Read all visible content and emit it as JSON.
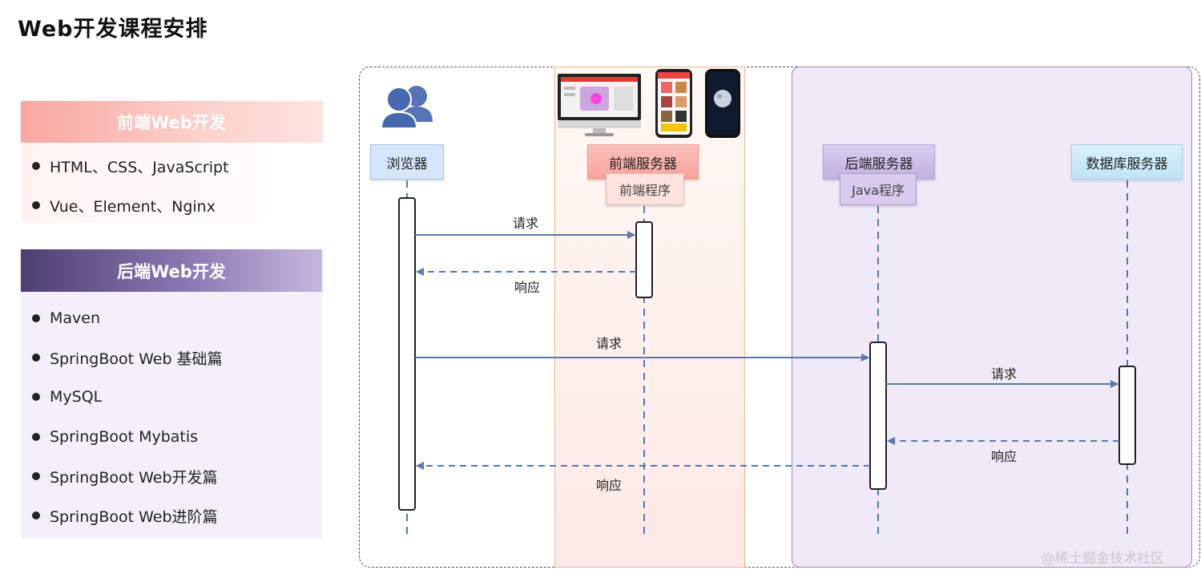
{
  "title": "Web开发课程安排",
  "frontend": {
    "header": "前端Web开发",
    "items": [
      "HTML、CSS、JavaScript",
      "Vue、Element、Nginx"
    ]
  },
  "backend": {
    "header": "后端Web开发",
    "items": [
      "Maven",
      "SpringBoot Web 基础篇",
      "MySQL",
      "SpringBoot Mybatis",
      "SpringBoot Web开发篇",
      "SpringBoot Web进阶篇"
    ]
  },
  "diagram": {
    "browser": "浏览器",
    "frontend_server": "前端服务器",
    "frontend_program": "前端程序",
    "backend_server": "后端服务器",
    "backend_program": "Java程序",
    "db_server": "数据库服务器",
    "messages": [
      "请求",
      "响应",
      "请求",
      "请求",
      "响应",
      "响应"
    ]
  },
  "colors": {
    "arrow": "#5b78a8",
    "browser_box": "#d4e4f8",
    "frontend_box": "#f9b0aa",
    "backend_box": "#c8b8e2",
    "db_box": "#c8e8f8"
  },
  "watermark": "@稀土掘金技术社区"
}
